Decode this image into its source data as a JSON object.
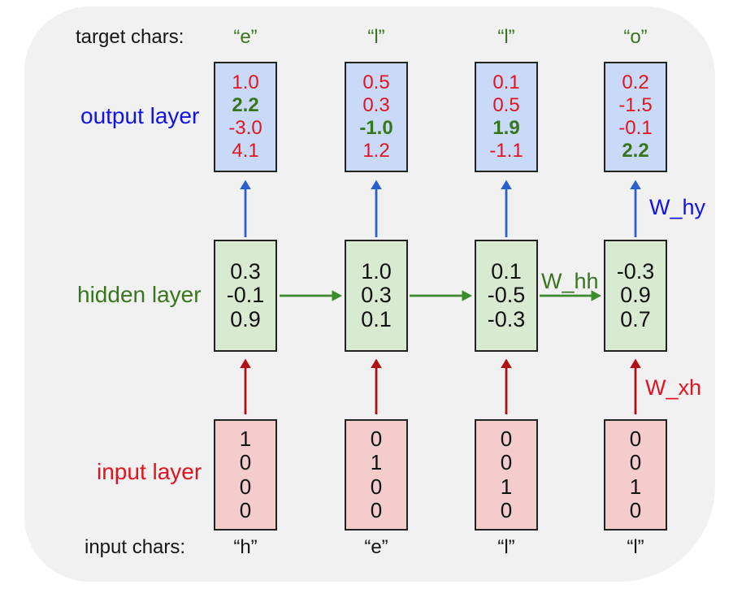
{
  "labels": {
    "target_chars": "target chars:",
    "output_layer": "output layer",
    "hidden_layer": "hidden layer",
    "input_layer": "input layer",
    "input_chars": "input chars:"
  },
  "weight_labels": {
    "w_hy": "W_hy",
    "w_hh": "W_hh",
    "w_xh": "W_xh"
  },
  "target_chars": [
    "“e”",
    "“l”",
    "“l”",
    "“o”"
  ],
  "input_chars": [
    "“h”",
    "“e”",
    "“l”",
    "“l”"
  ],
  "output_vectors": [
    {
      "values": [
        "1.0",
        "2.2",
        "-3.0",
        "4.1"
      ],
      "target_index": 1
    },
    {
      "values": [
        "0.5",
        "0.3",
        "-1.0",
        "1.2"
      ],
      "target_index": 2
    },
    {
      "values": [
        "0.1",
        "0.5",
        "1.9",
        "-1.1"
      ],
      "target_index": 2
    },
    {
      "values": [
        "0.2",
        "-1.5",
        "-0.1",
        "2.2"
      ],
      "target_index": 3
    }
  ],
  "hidden_vectors": [
    {
      "values": [
        "0.3",
        "-0.1",
        "0.9"
      ]
    },
    {
      "values": [
        "1.0",
        "0.3",
        "0.1"
      ]
    },
    {
      "values": [
        "0.1",
        "-0.5",
        "-0.3"
      ]
    },
    {
      "values": [
        "-0.3",
        "0.9",
        "0.7"
      ]
    }
  ],
  "input_vectors": [
    {
      "values": [
        "1",
        "0",
        "0",
        "0"
      ]
    },
    {
      "values": [
        "0",
        "1",
        "0",
        "0"
      ]
    },
    {
      "values": [
        "0",
        "0",
        "1",
        "0"
      ]
    },
    {
      "values": [
        "0",
        "0",
        "1",
        "0"
      ]
    }
  ],
  "colors": {
    "page_bg": "#ffffff",
    "card_bg": "#f1f1f2",
    "box_blue": "#c9daf8",
    "box_green": "#d9ead3",
    "box_pink": "#f4cccc",
    "box_border": "#222222",
    "red_value": "#e21420",
    "green_value": "#38761d",
    "dark_value": "#111111",
    "blue_label": "#1212e6",
    "green_label": "#38761d",
    "red_label": "#e21420",
    "black_label": "#161616",
    "blue_arrow": "#2b5fd3",
    "green_arrow": "#3d8b2f",
    "red_arrow": "#b00f14"
  }
}
